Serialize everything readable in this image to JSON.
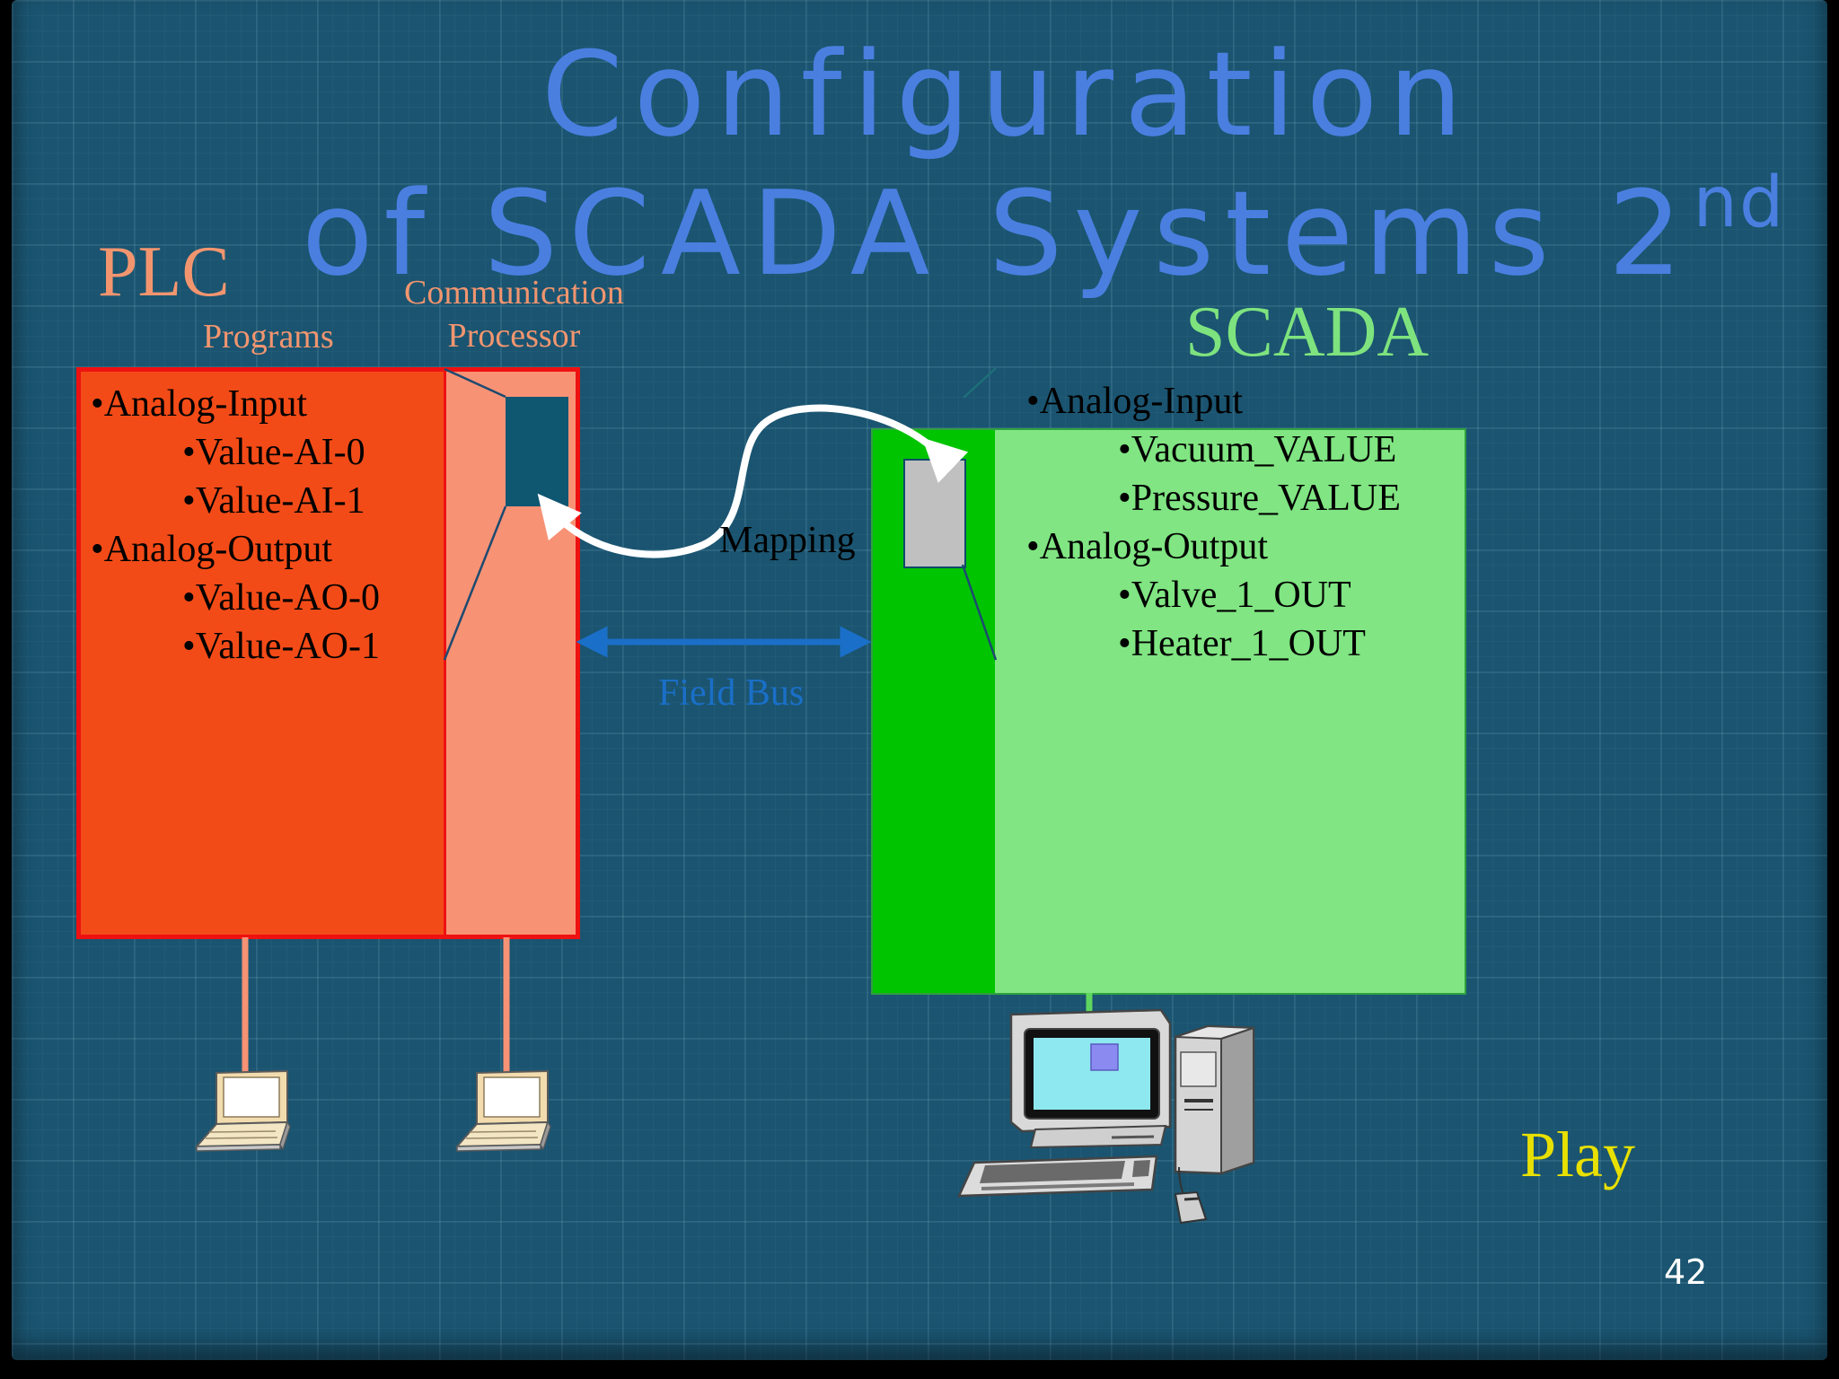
{
  "slide": {
    "title_line1": "Configuration",
    "title_line2": "of SCADA Systems 2",
    "title_superscript": "nd",
    "page_number": "42"
  },
  "plc": {
    "label": "PLC",
    "programs_label": "Programs",
    "comm_label_line1": "Communication",
    "comm_label_line2": "Processor",
    "items": [
      {
        "text": "•Analog-Input",
        "level": 1
      },
      {
        "text": "•Value-AI-0",
        "level": 2
      },
      {
        "text": "•Value-AI-1",
        "level": 2
      },
      {
        "text": "•Analog-Output",
        "level": 1
      },
      {
        "text": "•Value-AO-0",
        "level": 2
      },
      {
        "text": "•Value-AO-1",
        "level": 2
      }
    ]
  },
  "scada": {
    "label": "SCADA",
    "items": [
      {
        "text": "•Analog-Input",
        "level": 1
      },
      {
        "text": "•Vacuum_VALUE",
        "level": 2
      },
      {
        "text": "•Pressure_VALUE",
        "level": 2
      },
      {
        "text": "•Analog-Output",
        "level": 1
      },
      {
        "text": "•Valve_1_OUT",
        "level": 2
      },
      {
        "text": "•Heater_1_OUT",
        "level": 2
      }
    ]
  },
  "connections": {
    "mapping_label": "Mapping",
    "fieldbus_label": "Field Bus"
  },
  "actions": {
    "play_label": "Play"
  },
  "colors": {
    "background": "#1a5470",
    "title": "#4a7fe0",
    "plc_label": "#f2956f",
    "plc_box": "#f34b17",
    "comm_box": "#f79275",
    "scada_label": "#7ee37e",
    "scada_dark": "#00c400",
    "scada_light": "#80e582",
    "fieldbus": "#1a6fc8",
    "play": "#e8e000"
  }
}
